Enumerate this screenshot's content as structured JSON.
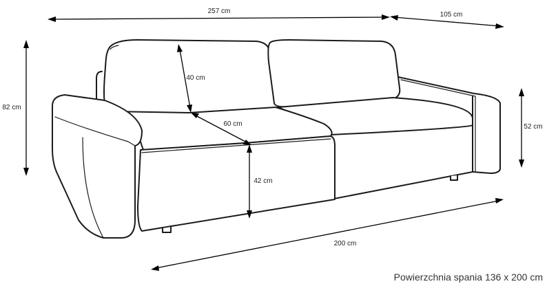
{
  "dimensions": {
    "total_width": "257 cm",
    "depth": "105 cm",
    "total_height": "82 cm",
    "armrest_height": "52 cm",
    "backrest_height": "40 cm",
    "seat_depth": "60 cm",
    "seat_height": "42 cm",
    "sleeping_width": "200 cm"
  },
  "caption": "Powierzchnia spania 136 x 200 cm"
}
